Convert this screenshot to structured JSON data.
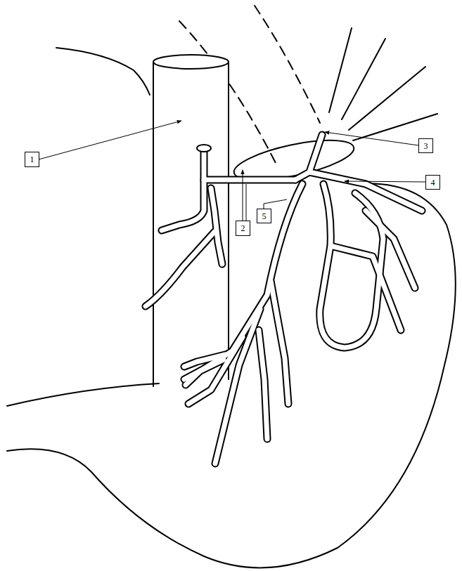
{
  "diagram": {
    "nodes": [
      {
        "text": [
          "3"
        ]
      },
      {
        "text": [
          "1"
        ]
      },
      {
        "text": [
          "4"
        ]
      },
      {
        "text": [
          "5"
        ]
      },
      {
        "text": [
          "2"
        ]
      }
    ]
  }
}
